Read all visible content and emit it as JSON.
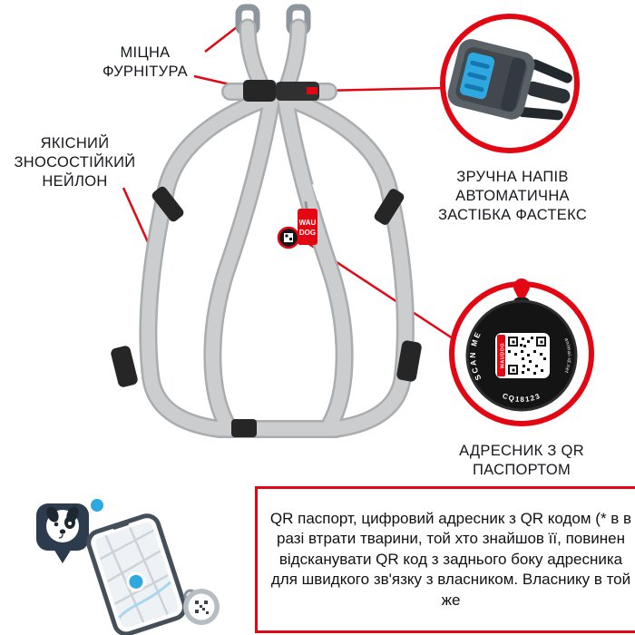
{
  "colors": {
    "accent_red": "#e30613",
    "harness_gray": "#cbcdce",
    "hardware_black": "#262626",
    "buckle_blue": "#2ea8e0"
  },
  "callout_labels": {
    "hardware": "МІЦНА\nФУРНІТУРА",
    "nylon": "ЯКІСНИЙ\nЗНОСОСТІЙКИЙ\nНЕЙЛОН",
    "buckle": "ЗРУЧНА НАПІВ\nАВТОМАТИЧНА\nЗАСТІБКА ФАСТЕКС",
    "qr_tag": "АДРЕСНИК З QR\nПАСПОРТОМ"
  },
  "tag": {
    "scan_me": "SCAN ME",
    "code": "CQ18123",
    "side_text": "animal-id.net",
    "brand": "WAUDOG"
  },
  "harness_tag": {
    "line1": "WAU",
    "line2": "DOG"
  },
  "description": "QR паспорт, цифровий адресник з QR кодом (* в в разі втрати тварини, той хто знайшов її, повинен відсканувати QR код з заднього боку адресника для швидкого зв'язку з власником. Власнику в той же"
}
